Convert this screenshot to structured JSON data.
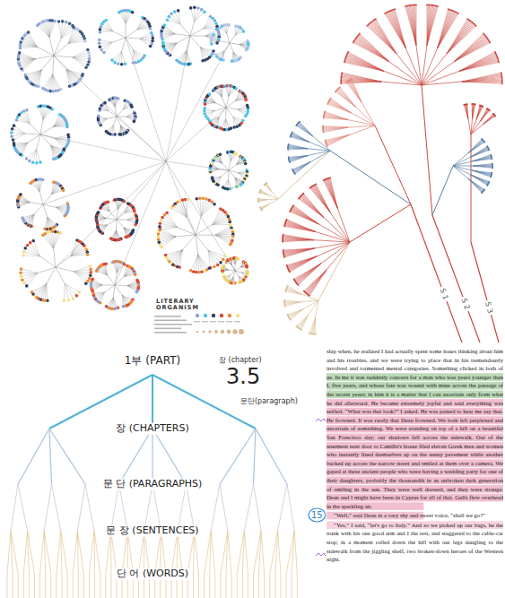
{
  "diagram": {
    "nodes": [
      {
        "text": [
          "15"
        ]
      }
    ],
    "labels": [
      "LITERARY ORGANISM",
      "S 1",
      "S 2",
      "S 3",
      "1부 (PART)",
      "장 (chapter)",
      "3.5",
      "문단(paragraph)",
      "장 (CHAPTERS)",
      "문 단 (PARAGRAPHS)",
      "문 장 (SENTENCES)",
      "단 어 (WORDS)",
      "ship when, he realized I had actually spent some hours thinking about him and his troubles, and we were trying to place that in his tremendously involved and tormented mental categories. Something clicked in both of us. In me it was suddenly concern for a man who was years younger than I, five years, and whose fate was wound with mine across the passage of the recent years; in him it is a matter that I can ascertain only from what he did afterward. He became extremely joyful and said everything was settled. “What was that look?” I asked. He was pained to hear me say that. He frowned. It was rarely that Dean frowned. We both felt perplexed and uncertain of something. We were standing on top of a hill on a beautiful San Francisco day; our shadows fell across the sidewalk. Out of the tenement next door to Camille's house filed eleven Greek men and women who instantly lined themselves up on the sunny pavement while another backed up across the narrow street and smiled at them over a camera. We gaped at these ancient people who were having a wedding party for one of their daughters, probably the thousandth in an unbroken dark generation of smiling in the sun. They were well dressed, and they were strange. Dean and I might have been in Cyprus for all of that. Gulls flew overhead in the sparkling air.",
      "“Well,” said Dean in a very shy and sweet voice, “shall we go?”",
      "“Yes,” I said, “let's go to Italy.” And so we picked up our bags, he the trunk with his one good arm and I the rest, and staggered to the cable-car stop; in a moment rolled down the hill with our legs dangling to the sidewalk from the jiggling shelf, two broken-down heroes of the Western night."
    ]
  }
}
